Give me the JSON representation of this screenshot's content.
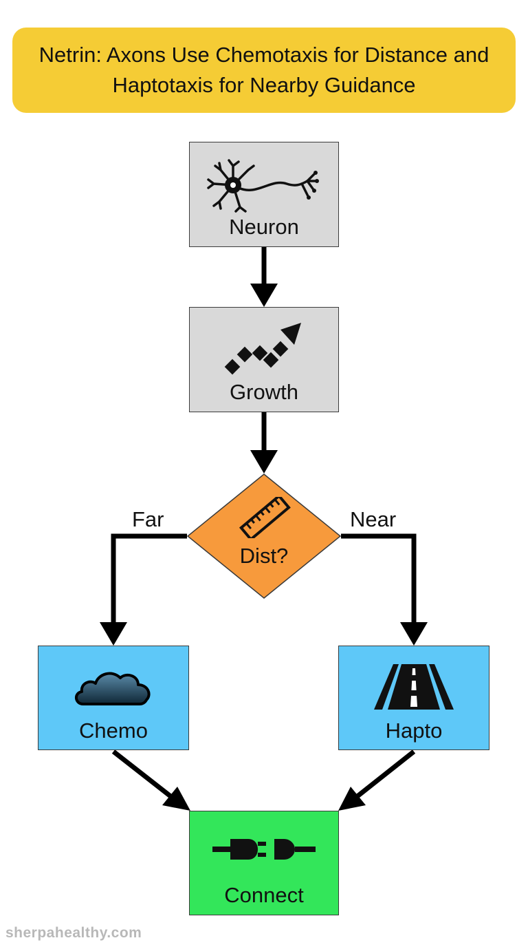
{
  "title": "Netrin: Axons Use Chemotaxis for Distance and Haptotaxis for Nearby Guidance",
  "colors": {
    "title_bg": "#f5cc35",
    "process_fill": "#d9d9d9",
    "decision_fill": "#f79a3c",
    "pathway_fill": "#5ec8f8",
    "outcome_fill": "#33e65a",
    "arrow": "#000000"
  },
  "nodes": {
    "neuron": {
      "label": "Neuron",
      "icon": "neuron-icon"
    },
    "growth": {
      "label": "Growth",
      "icon": "dashed-growth-arrow-icon"
    },
    "decision": {
      "label": "Dist?",
      "icon": "ruler-icon"
    },
    "chemo": {
      "label": "Chemo",
      "icon": "cloud-icon"
    },
    "hapto": {
      "label": "Hapto",
      "icon": "road-icon"
    },
    "connect": {
      "label": "Connect",
      "icon": "plug-socket-icon"
    }
  },
  "edges": {
    "far": "Far",
    "near": "Near"
  },
  "watermark": "sherpahealthy.com"
}
